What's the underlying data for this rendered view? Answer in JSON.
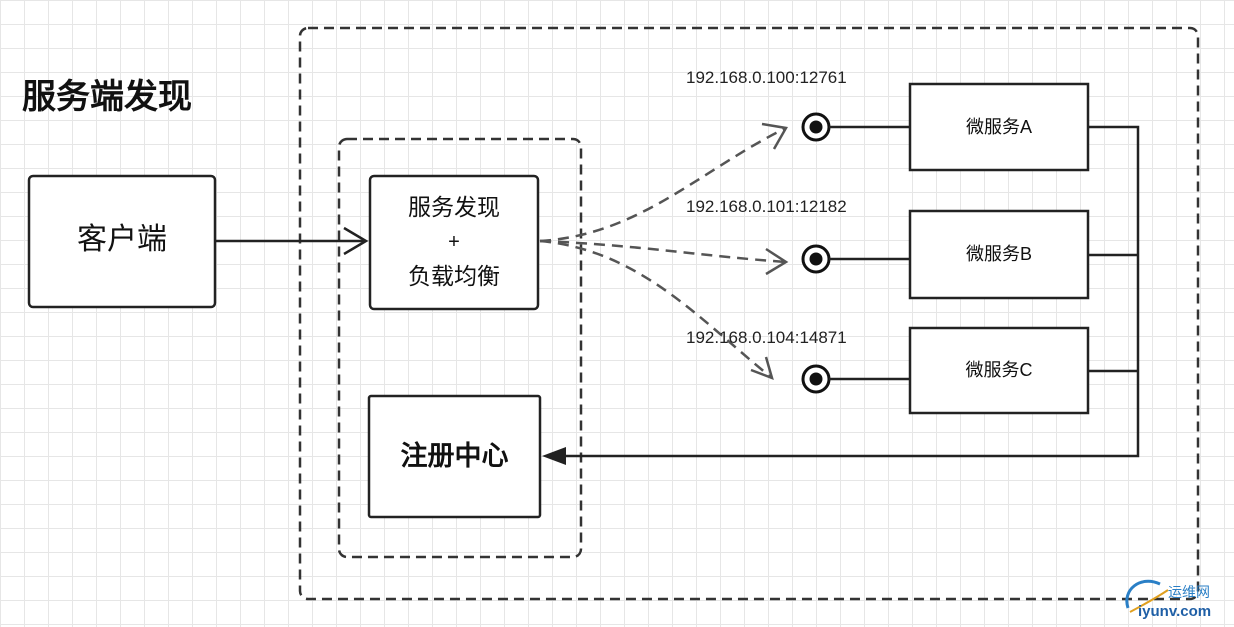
{
  "title": "服务端发现",
  "client": {
    "label": "客户端"
  },
  "discovery_box": {
    "line1": "服务发现",
    "line2": "+",
    "line3": "负载均衡"
  },
  "registry": {
    "label": "注册中心"
  },
  "services": [
    {
      "label": "微服务A",
      "address": "192.168.0.100:12761"
    },
    {
      "label": "微服务B",
      "address": "192.168.0.101:12182"
    },
    {
      "label": "微服务C",
      "address": "192.168.0.104:14871"
    }
  ],
  "watermark": {
    "cn": "运维网",
    "en": "iyunv.com"
  },
  "colors": {
    "line": "#222222",
    "dashed": "#555555",
    "grid": "#e6e6e6",
    "watermark": "#2a7fc6"
  }
}
